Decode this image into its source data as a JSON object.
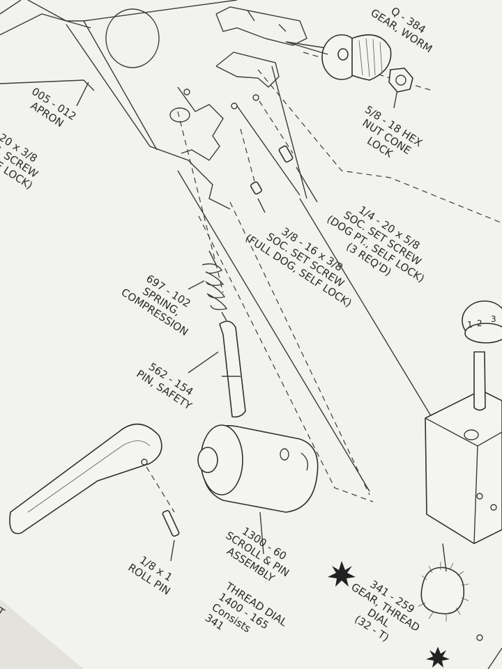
{
  "callouts": [
    {
      "id": "gear-worm",
      "lines": [
        "Q - 384",
        "GEAR, WORM"
      ]
    },
    {
      "id": "apron",
      "lines": [
        "005 - 012",
        "APRON"
      ]
    },
    {
      "id": "screw-left",
      "lines": [
        "20 x 3/8",
        "C. SCREW",
        "ELF LOCK)"
      ]
    },
    {
      "id": "hex-nut",
      "lines": [
        "5/8 - 18 HEX",
        "NUT CONE",
        "LOCK"
      ]
    },
    {
      "id": "set-screw-dog-pt",
      "lines": [
        "1/4 - 20 x 5/8",
        "SOC. SET SCREW",
        "(DOG PT., SELF LOCK)",
        "(3 REQ'D)"
      ]
    },
    {
      "id": "set-screw-full-dog",
      "lines": [
        "3/8 - 16 x 3/8",
        "SOC. SET SCREW",
        "(FULL DOG, SELF LOCK)"
      ]
    },
    {
      "id": "spring",
      "lines": [
        "697 - 102",
        "SPRING,",
        "COMPRESSION"
      ]
    },
    {
      "id": "pin-safety",
      "lines": [
        "562 - 154",
        "PIN, SAFETY"
      ]
    },
    {
      "id": "scroll-pin",
      "lines": [
        "1300 - 60",
        "SCROLL & PIN",
        "ASSEMBLY"
      ]
    },
    {
      "id": "roll-pin",
      "lines": [
        "1/8 x 1",
        "ROLL PIN"
      ]
    },
    {
      "id": "thread-dial",
      "lines": [
        "THREAD DIAL",
        "1400 - 165",
        "Consists",
        "341"
      ]
    },
    {
      "id": "gear-thread-dial",
      "lines": [
        "341 - 259",
        "GEAR, THREAD",
        "DIAL",
        "(32 - T)"
      ]
    },
    {
      "id": "edge-left",
      "lines": [
        "T"
      ]
    }
  ],
  "dial_numerals": [
    "3",
    "2",
    "1"
  ]
}
